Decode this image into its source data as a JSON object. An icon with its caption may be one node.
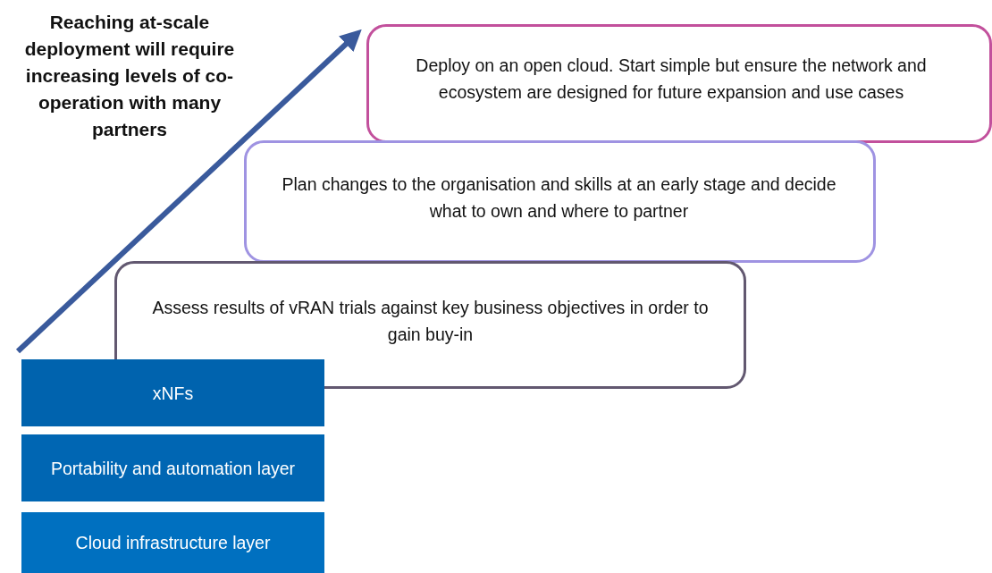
{
  "diagram": {
    "nodes": [
      {
        "text": [
          "Deploy on an open cloud. Start simple but ensure the network and ecosystem are designed for future expansion and use cases"
        ]
      },
      {
        "text": [
          "Plan changes to the organisation and skills at an early stage and decide what to own and where to partner"
        ]
      },
      {
        "text": [
          "Assess results of vRAN trials against key business objectives in order to gain buy-in"
        ]
      },
      {
        "text": [
          "xNFs"
        ]
      },
      {
        "text": [
          "Portability and automation layer"
        ]
      },
      {
        "text": [
          "Cloud infrastructure layer"
        ]
      }
    ],
    "labels": [
      "Reaching at-scale deployment will require increasing levels of co-operation with many partners"
    ]
  }
}
